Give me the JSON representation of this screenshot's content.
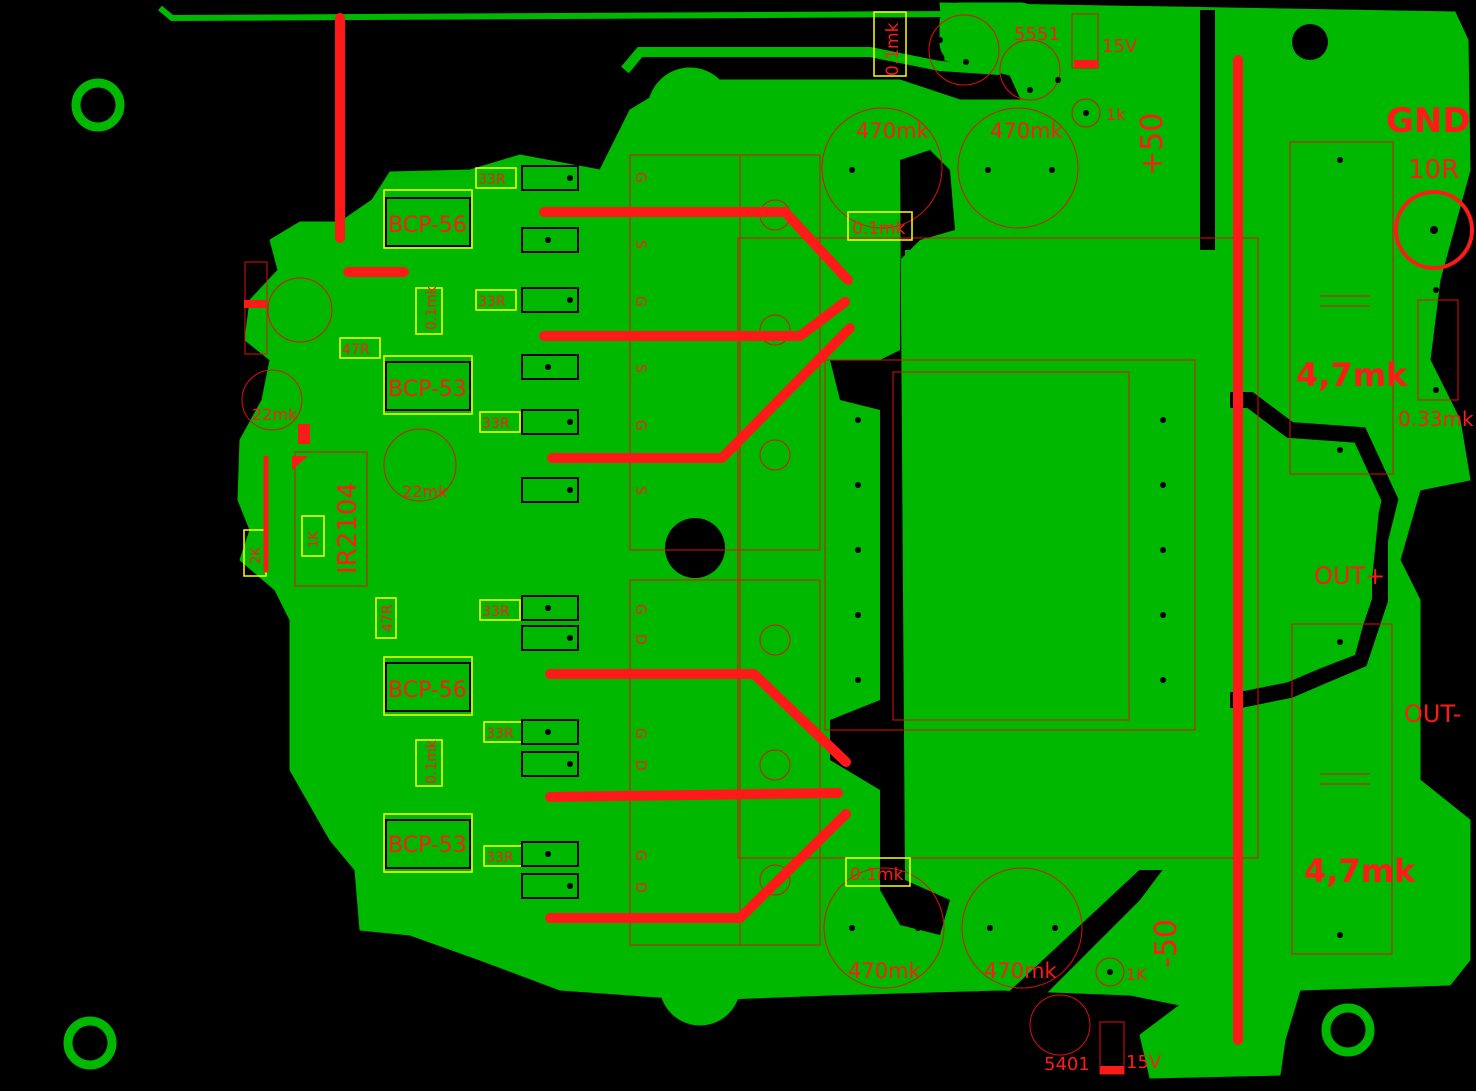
{
  "colors": {
    "background": "#000000",
    "copper": "#00b800",
    "pad": "#008f00",
    "jumper": "#ff1a1a",
    "silk": "#e01010",
    "highlight": "#ffff00"
  },
  "labels": {
    "gnd": "GND",
    "r10": "10R",
    "plus50": "+50",
    "minus50": "-50",
    "out_plus": "OUT+",
    "out_minus": "OUT-",
    "cap47_top": "4,7mk",
    "cap47_bottom": "4,7mk",
    "cap033": "0.33mk",
    "ic_driver": "IR2104",
    "chip5551": "5551",
    "chip5401": "5401",
    "v15_top": "15V",
    "v15_bottom": "15V",
    "r1k_top": "1k",
    "r1k_bottom": "1K",
    "c470_1": "470mk",
    "c470_2": "470mk",
    "c470_3": "470mk",
    "c470_4": "470mk",
    "c01_top": "0.1mk",
    "c01_mid_top": "0.1mk",
    "c01_mid_bottom": "0.1mk",
    "c01_drv_top": "0.1mk",
    "c01_drv_bottom": "0.1mk",
    "bcp56_top": "BCP-56",
    "bcp53_top": "BCP-53",
    "bcp56_bottom": "BCP-56",
    "bcp53_bottom": "BCP-53",
    "r33_1": "33R",
    "r33_2": "33R",
    "r33_3": "33R",
    "r33_4": "33R",
    "r33_5": "33R",
    "r33_6": "33R",
    "r47_top": "47R",
    "r47_bottom": "47R",
    "c22_1": "22mk",
    "c22_2": "22mk",
    "r2k": "2K",
    "r1k_drv": "1K",
    "pin_g1": "G",
    "pin_s1": "S",
    "pin_g2": "G",
    "pin_s2": "S",
    "pin_g3": "G",
    "pin_s3": "S",
    "pin_g4": "G",
    "pin_d4": "D",
    "pin_g5": "G",
    "pin_d5": "D",
    "pin_g6": "G",
    "pin_d6": "D"
  }
}
